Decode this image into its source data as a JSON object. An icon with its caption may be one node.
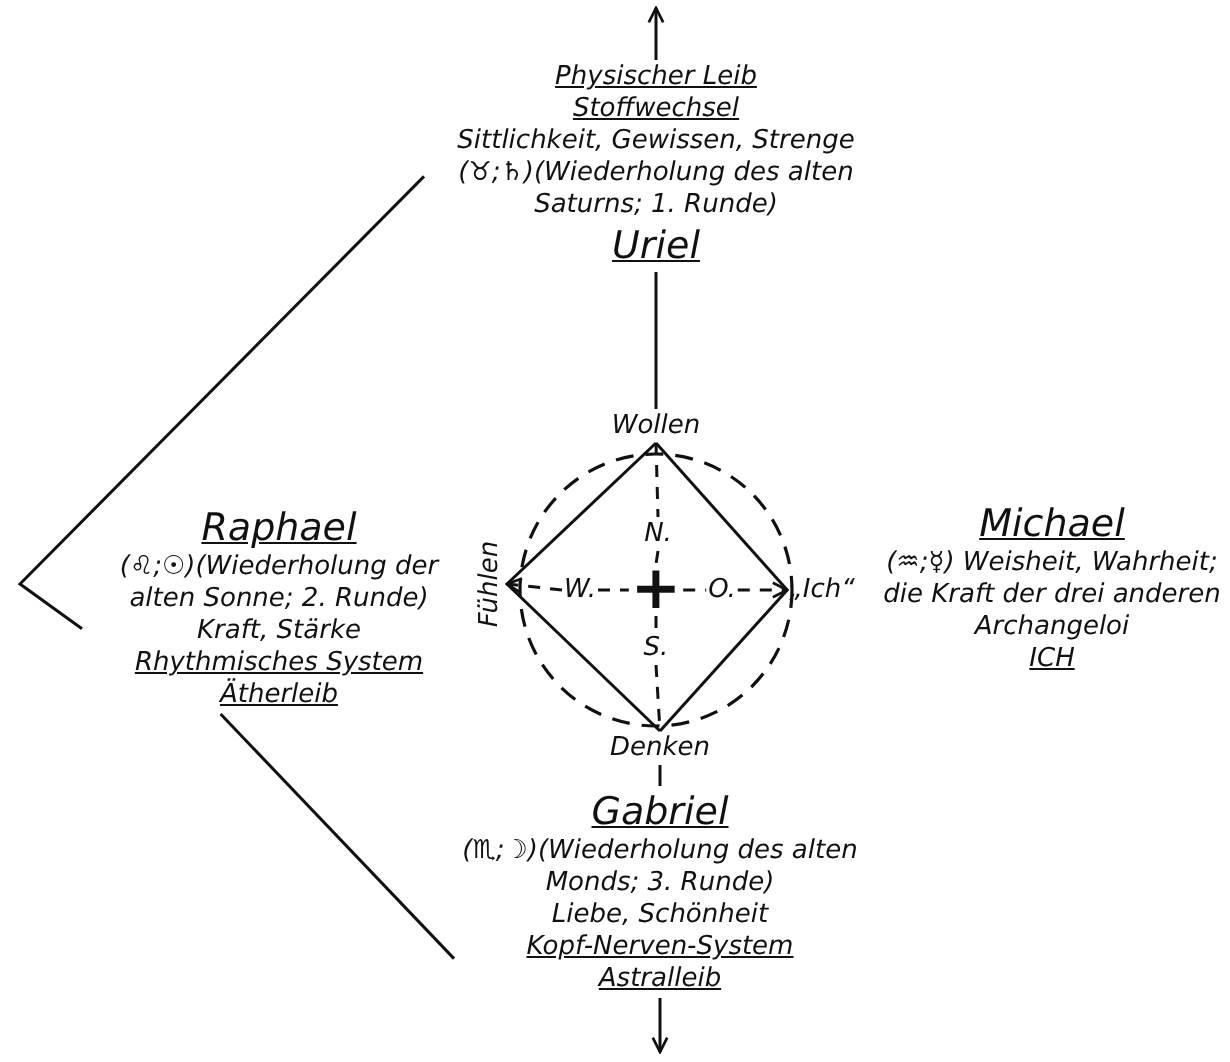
{
  "diagram": {
    "nodes": [
      {
        "text": [
          "Physischer Leib",
          "Stoffwechsel",
          "Sittlichkeit, Gewissen, Strenge",
          "(♉;♄)(Wiederholung des alten Saturns; 1. Runde)",
          "Uriel"
        ]
      },
      {
        "text": [
          "Wollen"
        ]
      },
      {
        "text": [],
        "shape": "circle"
      },
      {
        "text": [
          "N."
        ],
        "in": 2
      },
      {
        "text": [
          "Raphael",
          "(♌;☉)(Wiederholung der alten Sonne; 2. Runde)",
          "Kraft, Stärke",
          "Rhythmisches System",
          "Ätherleib"
        ]
      },
      {
        "text": [
          "Fühlen"
        ]
      },
      {
        "text": [
          "W."
        ],
        "in": 2
      },
      {
        "text": [
          "+"
        ],
        "in": 2
      },
      {
        "text": [
          "O."
        ],
        "in": 2
      },
      {
        "text": [
          "„Ich“"
        ]
      },
      {
        "text": [
          "Michael",
          "(♒;☿) Weisheit, Wahrheit; die Kraft der drei anderen Archangeloi",
          "ICH"
        ]
      },
      {
        "text": [
          "S."
        ],
        "in": 2
      },
      {
        "text": [
          "Denken"
        ]
      },
      {
        "text": [
          "Gabriel",
          "(♏;☽)(Wiederholung des alten Monds; 3. Runde)",
          "Liebe, Schönheit",
          "Kopf-Nerven-System",
          "Astralleib"
        ]
      }
    ],
    "edges": [
      {
        "from": 0,
        "to": null,
        "arrow": "to"
      },
      {
        "from": 0,
        "to": 1,
        "arrow": "none"
      },
      {
        "from": 0,
        "to": 4,
        "arrow": "none"
      },
      {
        "from": 1,
        "to": 3,
        "arrow": "none",
        "style": "dashed"
      },
      {
        "from": 3,
        "to": 7,
        "arrow": "none",
        "style": "dashed"
      },
      {
        "from": 1,
        "to": 5,
        "arrow": "none"
      },
      {
        "from": 1,
        "to": 9,
        "arrow": "none"
      },
      {
        "from": 6,
        "to": 5,
        "arrow": "to",
        "style": "dashed"
      },
      {
        "from": 6,
        "to": 7,
        "arrow": "none",
        "style": "dashed"
      },
      {
        "from": 7,
        "to": 8,
        "arrow": "none",
        "style": "dashed"
      },
      {
        "from": 8,
        "to": 9,
        "arrow": "to",
        "style": "dashed"
      },
      {
        "from": 7,
        "to": 11,
        "arrow": "none",
        "style": "dashed"
      },
      {
        "from": 11,
        "to": 12,
        "arrow": "none",
        "style": "dashed"
      },
      {
        "from": 5,
        "to": 12,
        "arrow": "none"
      },
      {
        "from": 9,
        "to": 12,
        "arrow": "none"
      },
      {
        "from": 12,
        "to": 13,
        "arrow": "none"
      },
      {
        "from": 4,
        "to": 13,
        "arrow": "none"
      },
      {
        "from": 13,
        "to": null,
        "arrow": "to"
      }
    ]
  }
}
